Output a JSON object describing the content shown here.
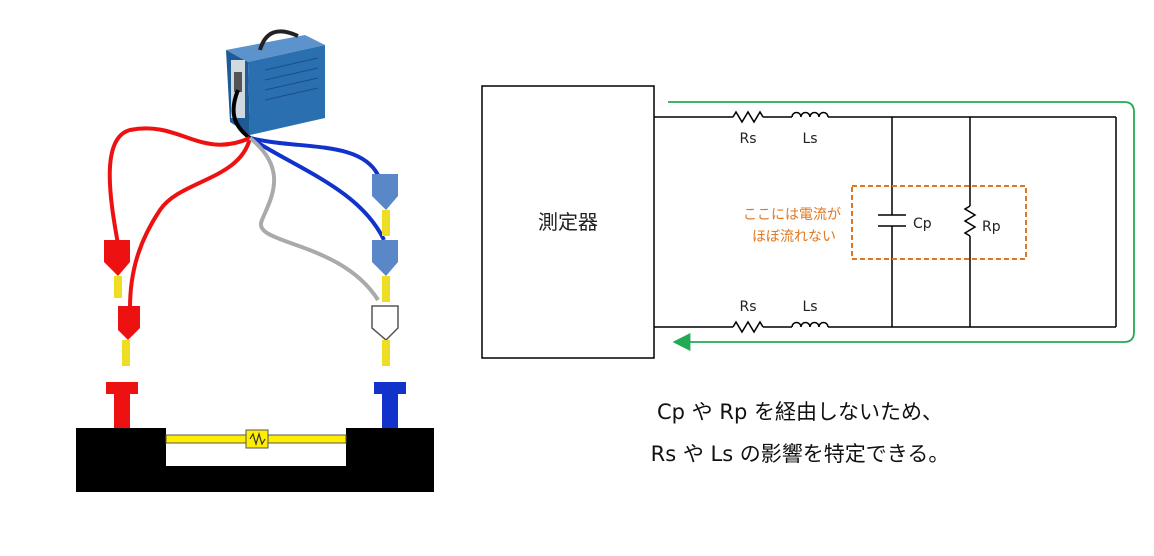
{
  "meter_label": "測定器",
  "series_upper": {
    "r": "Rs",
    "l": "Ls"
  },
  "series_lower": {
    "r": "Rs",
    "l": "Ls"
  },
  "cap_label": "Cp",
  "res_label": "Rp",
  "note_lines": [
    "ここには電流が",
    "ほぼ流れない"
  ],
  "caption_lines": [
    "Cp や Rp を経由しないため、",
    "Rs や Ls の影響を特定できる。"
  ],
  "colors": {
    "wire": "#000000",
    "note_text": "#e07820",
    "note_box": "#e07820",
    "current_path": "#22aa55",
    "lead_red": "#ee1111",
    "lead_blue": "#1133cc",
    "lead_gray": "#aaaaaa",
    "instrument_blue": "#2a6fb0",
    "fixture_black": "#000000",
    "short_yellow": "#ffee00"
  }
}
